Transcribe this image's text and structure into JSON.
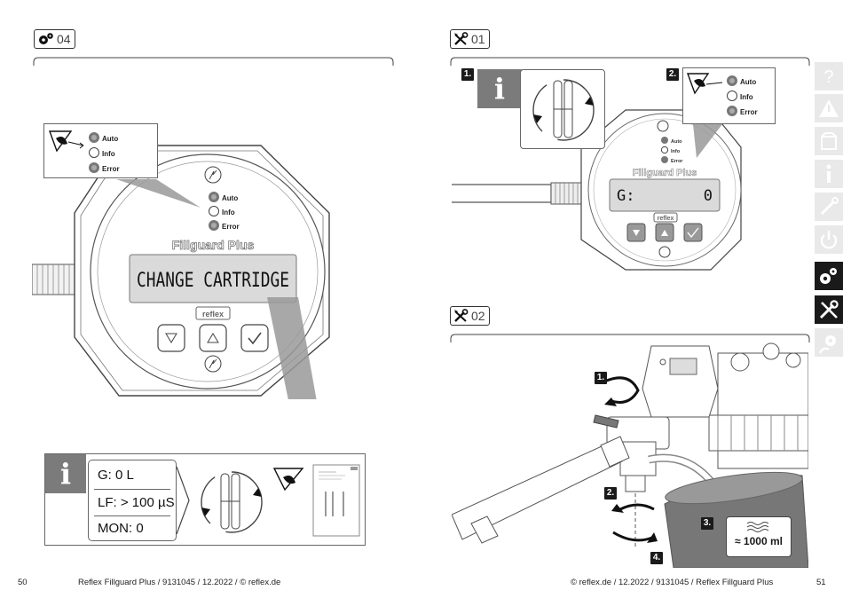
{
  "left_page": {
    "section_badge": "04",
    "led_callout": {
      "auto": "Auto",
      "info": "Info",
      "error": "Error"
    },
    "device": {
      "led_auto": "Auto",
      "led_info": "Info",
      "led_error": "Error",
      "brand": "Fillguard Plus",
      "display_text": "CHANGE CARTRIDGE",
      "logo": "reflex"
    },
    "info_panel": {
      "icon": "info-icon",
      "rows": [
        "G: 0 L",
        "LF: > 100 µS",
        "MON: 0"
      ]
    },
    "footer": {
      "page_number": "50",
      "text": "Reflex Fillguard Plus  / 9131045  / 12.2022  / © reflex.de"
    }
  },
  "right_page": {
    "section_badge_1": "01",
    "section_badge_2": "02",
    "step1": {
      "step_label": "1.",
      "info_icon": "info-icon"
    },
    "step2": {
      "step_label": "2.",
      "led_callout": {
        "auto": "Auto",
        "info": "Info",
        "error": "Error"
      }
    },
    "device": {
      "led_auto": "Auto",
      "led_info": "Info",
      "led_error": "Error",
      "brand": "Fillguard Plus",
      "display_left": "G:",
      "display_right": "0",
      "logo": "reflex"
    },
    "install_steps": [
      "1.",
      "2.",
      "3.",
      "4."
    ],
    "volume_label": "≈ 1000 ml",
    "footer": {
      "page_number": "51",
      "text": "© reflex.de  / 12.2022  / 9131045  / Reflex Fillguard Plus"
    }
  },
  "sidebar": {
    "tabs": [
      {
        "icon": "question-icon",
        "active": false
      },
      {
        "icon": "warning-icon",
        "active": false
      },
      {
        "icon": "package-icon",
        "active": false
      },
      {
        "icon": "info-icon",
        "active": false
      },
      {
        "icon": "wrench-pipe-icon",
        "active": false
      },
      {
        "icon": "power-icon",
        "active": false
      },
      {
        "icon": "gears-icon",
        "active": true
      },
      {
        "icon": "tools-icon",
        "active": true
      },
      {
        "icon": "gear-person-icon",
        "active": false
      }
    ]
  }
}
